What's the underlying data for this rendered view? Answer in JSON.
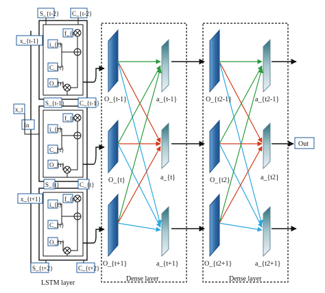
{
  "lstm": {
    "caption": "LSTM layer",
    "inputs": [
      "x_{t-1}",
      "x_t",
      "x_{t+1}"
    ],
    "in_label": "In",
    "cells": [
      {
        "S": "S_{t-2}",
        "C": "C_{t-2}",
        "gates": [
          "f_{t}",
          "i_{t}",
          "C_{t}",
          "O_{t}"
        ]
      },
      {
        "S": "S_{t-1}",
        "C": "C_{t-1}",
        "gates": [
          "f_{t}",
          "i_{t}",
          "C_{t}",
          "O_{t}"
        ]
      },
      {
        "S": "S_{t}",
        "C": "C_{t}",
        "gates": [
          "f_{t}",
          "i_{t}",
          "C_{t}",
          "O_{t}"
        ]
      }
    ],
    "bottom_S": "S_{t+2}",
    "bottom_C": "C_{t+2}"
  },
  "dense1": {
    "caption": "Dense layer",
    "outputs": [
      "O_{t-1}",
      "O_{t}",
      "O_{t+1}"
    ],
    "activations": [
      "a_{t-1}",
      "a_{t}",
      "a_{t+1}"
    ]
  },
  "dense2": {
    "caption": "Dense layer",
    "outputs": [
      "O_{t2-1}",
      "O_{t2}",
      "O_{t2+1}"
    ],
    "activations": [
      "a_{t2-1}",
      "a_{t2}",
      "a_{t2+1}"
    ]
  },
  "out_label": "Out",
  "colors": {
    "block_dark": "#2f6aa6",
    "block_light": "#6ea7d8",
    "act_top": "#2a6f7a",
    "label_box": "#1e5a9a",
    "green": "#2a9a3a",
    "red": "#d23a1c",
    "blue": "#2aa8e0"
  }
}
